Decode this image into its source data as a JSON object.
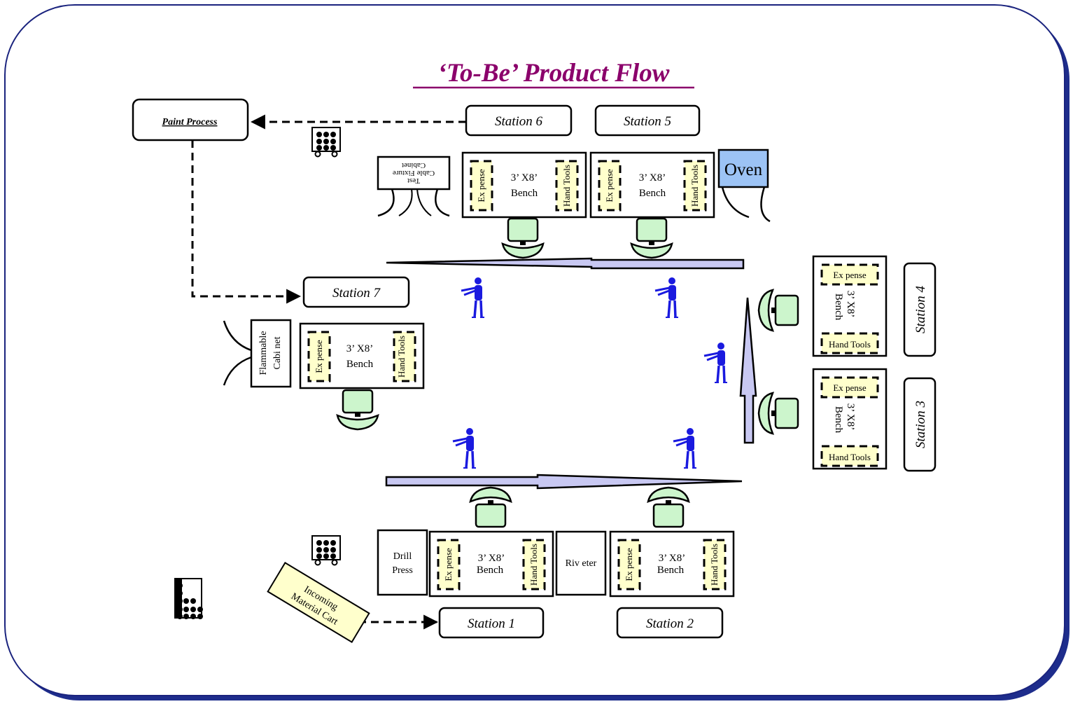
{
  "title": "‘To-Be’ Product Flow",
  "colors": {
    "frame_border": "#1a237e",
    "frame_shadow": "#1e2d8c",
    "title": "#8b006b",
    "oven_fill": "#9cc3f5",
    "seat_fill": "#ccf5cc",
    "zone_fill": "#ffffcc",
    "arrow_fill": "#c8c8f2",
    "worker": "#1a1adf"
  },
  "paint_process": "Paint Process",
  "stations": {
    "s1": "Station 1",
    "s2": "Station 2",
    "s3": "Station 3",
    "s4": "Station 4",
    "s5": "Station 5",
    "s6": "Station 6",
    "s7": "Station 7"
  },
  "bench": {
    "size": "3’ X8’",
    "word": "Bench",
    "expense": "Ex pense",
    "hand_tools": "Hand Tools"
  },
  "equipment": {
    "oven": "Oven",
    "test_cabinet_line1": "Test",
    "test_cabinet_line2": "Cable Fixture",
    "test_cabinet_line3": "Cabinet",
    "flammable_line1": "Flammable",
    "flammable_line2": "Cabi net",
    "drill_line1": "Drill",
    "drill_line2": "Press",
    "riveter": "Riv eter",
    "incoming_line1": "Incoming",
    "incoming_line2": "Material Cart"
  }
}
